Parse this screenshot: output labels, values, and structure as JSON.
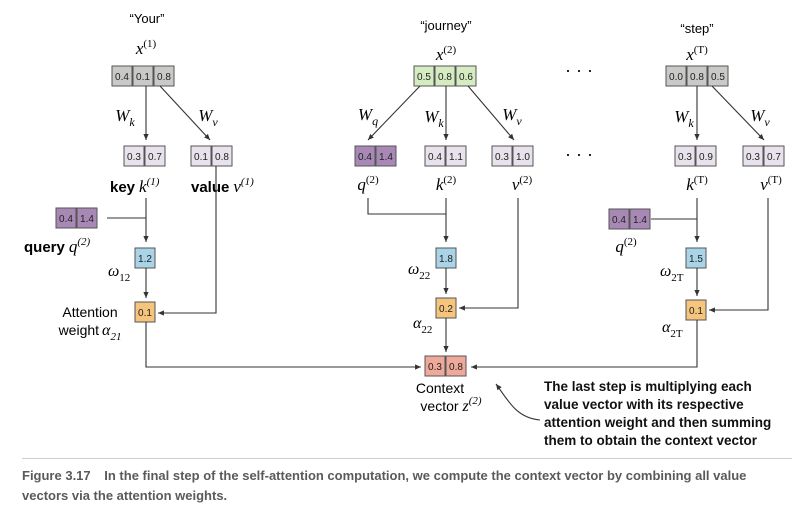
{
  "columns": [
    {
      "token": "“Your”",
      "x_label": {
        "base": "x",
        "sup": "(1)"
      },
      "x_vec": [
        "0.4",
        "0.1",
        "0.8"
      ],
      "Wk": {
        "base": "W",
        "sub": "k"
      },
      "Wv": {
        "base": "W",
        "sub": "v"
      },
      "k_vec": [
        "0.3",
        "0.7"
      ],
      "v_vec": [
        "0.1",
        "0.8"
      ],
      "k_word": "key",
      "k_label": {
        "base": "k",
        "sup": "(1)"
      },
      "v_word": "value",
      "v_label": {
        "base": "v",
        "sup": "(1)"
      },
      "q_vec": [
        "0.4",
        "1.4"
      ],
      "q_word": "query",
      "q_label": {
        "base": "q",
        "sup": "(2)"
      },
      "omega_val": "1.2",
      "omega_label": {
        "base": "ω",
        "sub": "12"
      },
      "alpha_val": "0.1",
      "attention_label": [
        "Attention",
        "weight"
      ],
      "alpha_label": {
        "base": "α",
        "sub": "21"
      }
    },
    {
      "token": "“journey”",
      "x_label": {
        "base": "x",
        "sup": "(2)"
      },
      "x_vec": [
        "0.5",
        "0.8",
        "0.6"
      ],
      "Wq": {
        "base": "W",
        "sub": "q"
      },
      "Wk": {
        "base": "W",
        "sub": "k"
      },
      "Wv": {
        "base": "W",
        "sub": "v"
      },
      "q_vec": [
        "0.4",
        "1.4"
      ],
      "k_vec": [
        "0.4",
        "1.1"
      ],
      "v_vec": [
        "0.3",
        "1.0"
      ],
      "q_label": {
        "base": "q",
        "sup": "(2)"
      },
      "k_label": {
        "base": "k",
        "sup": "(2)"
      },
      "v_label": {
        "base": "v",
        "sup": "(2)"
      },
      "omega_val": "1.8",
      "omega_label": {
        "base": "ω",
        "sub": "22"
      },
      "alpha_val": "0.2",
      "alpha_label": {
        "base": "α",
        "sub": "22"
      }
    },
    {
      "token": "“step”",
      "x_label": {
        "base": "x",
        "sup": "(T)"
      },
      "x_vec": [
        "0.0",
        "0.8",
        "0.5"
      ],
      "Wk": {
        "base": "W",
        "sub": "k"
      },
      "Wv": {
        "base": "W",
        "sub": "v"
      },
      "k_vec": [
        "0.3",
        "0.9"
      ],
      "v_vec": [
        "0.3",
        "0.7"
      ],
      "k_label": {
        "base": "k",
        "sup": "(T)"
      },
      "v_label": {
        "base": "v",
        "sup": "(T)"
      },
      "q_vec": [
        "0.4",
        "1.4"
      ],
      "q_label": {
        "base": "q",
        "sup": "(2)"
      },
      "omega_val": "1.5",
      "omega_label": {
        "base": "ω",
        "sub": "2T"
      },
      "alpha_val": "0.1",
      "alpha_label": {
        "base": "α",
        "sub": "2T"
      }
    }
  ],
  "ellipsis": "· · ·",
  "context": {
    "vec": [
      "0.3",
      "0.8"
    ],
    "label": [
      "Context",
      "vector"
    ],
    "z_label": {
      "base": "z",
      "sup": "(2)"
    }
  },
  "annotation": [
    "The last step is multiplying each",
    "value vector with its respective",
    "attention weight and then summing",
    "them to obtain the context vector"
  ],
  "caption": {
    "figure": "Figure 3.17",
    "text": "In the final step of the self-attention computation, we compute the context vector by combining all value vectors via the attention weights."
  },
  "colors": {
    "gray_fill": "#c9c9c7",
    "green_fill": "#d5ecc2",
    "lavender_fill": "#e8e2ec",
    "purple_fill": "#a889b6",
    "blue_fill": "#a9d3e6",
    "orange_fill": "#f5c57d",
    "salmon_fill": "#eea99a",
    "line": "#333333"
  }
}
